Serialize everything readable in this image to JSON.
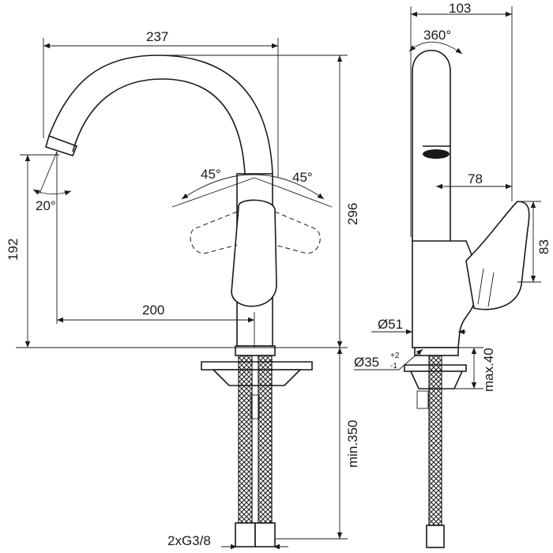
{
  "front_view": {
    "width_label": "237",
    "height_label": "296",
    "spout_height_label": "192",
    "reach_label": "200",
    "spout_angle_label": "20°",
    "handle_angle_left_label": "45°",
    "handle_angle_right_label": "45°",
    "hose_length_label": "min.350",
    "connection_label": "2xG3/8"
  },
  "side_view": {
    "depth_label": "103",
    "rotation_label": "360°",
    "handle_offset_label": "78",
    "handle_height_label": "83",
    "body_diameter_label": "Ø51",
    "hole_diameter_label": "Ø35",
    "hole_tol_upper": "+2",
    "hole_tol_lower": "-1",
    "max_thickness_label": "max.40"
  }
}
